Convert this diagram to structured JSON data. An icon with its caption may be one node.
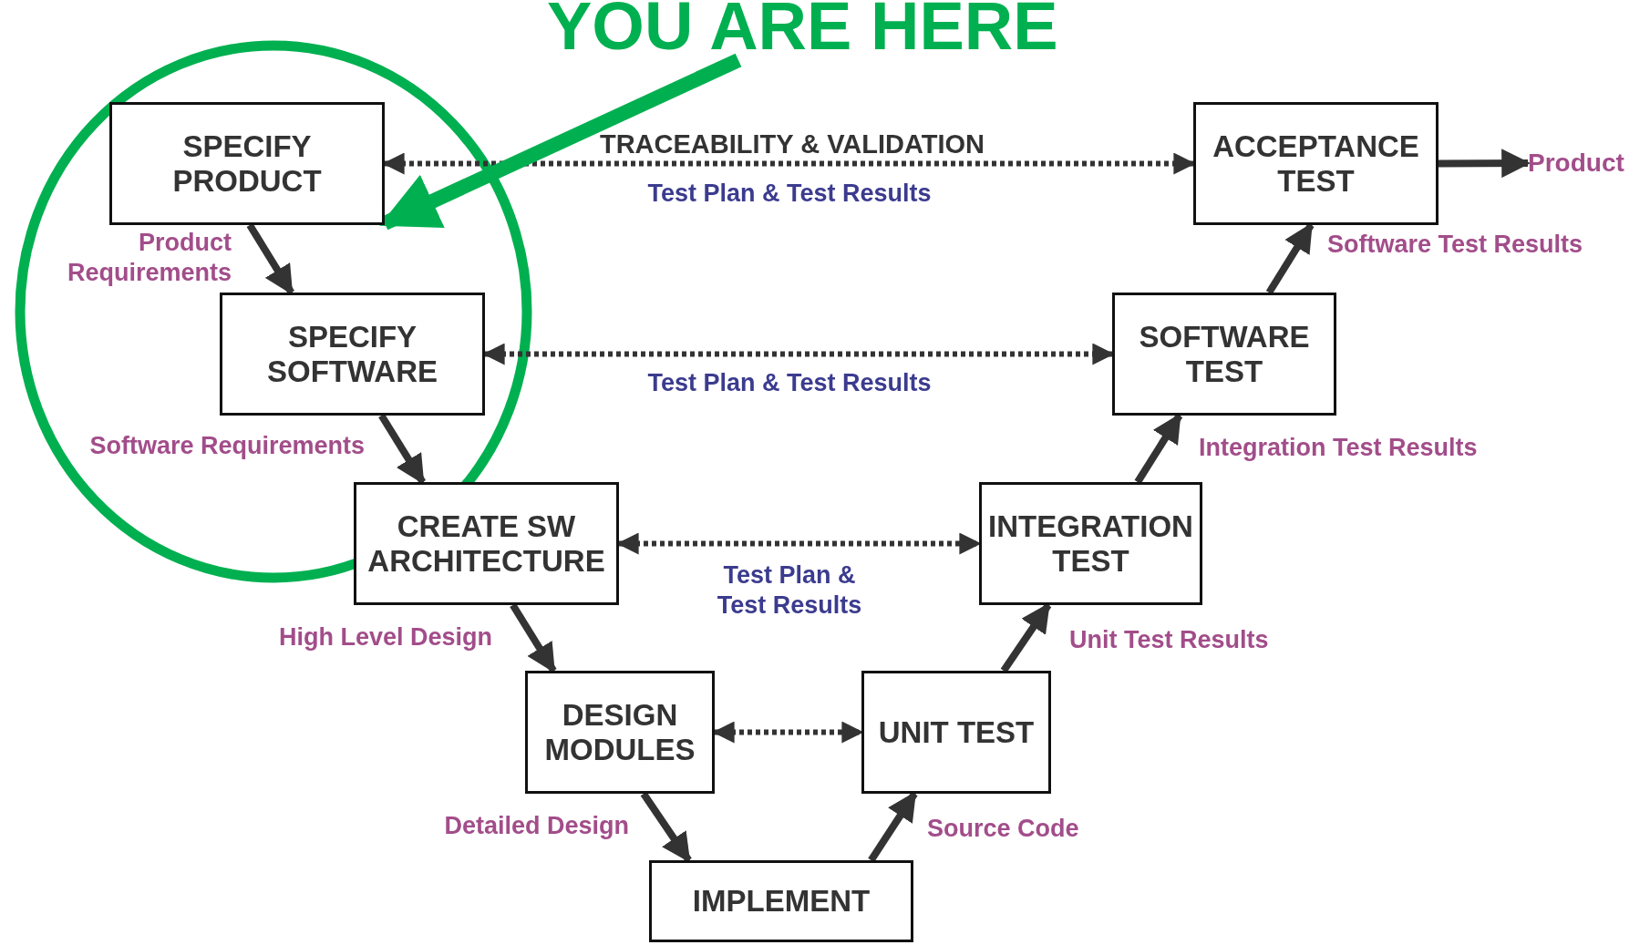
{
  "diagram": {
    "nodes": [
      {
        "text": [
          "SPECIFY PRODUCT"
        ]
      },
      {
        "text": [
          "SPECIFY SOFTWARE"
        ]
      },
      {
        "text": [
          "CREATE SW ARCHITECTURE"
        ]
      },
      {
        "text": [
          "DESIGN MODULES"
        ]
      },
      {
        "text": [
          "IMPLEMENT"
        ]
      },
      {
        "text": [
          "UNIT TEST"
        ]
      },
      {
        "text": [
          "INTEGRATION TEST"
        ]
      },
      {
        "text": [
          "SOFTWARE TEST"
        ]
      },
      {
        "text": [
          "ACCEPTANCE TEST"
        ]
      },
      {
        "text": [
          "Product"
        ]
      },
      {
        "text": [
          "YOU ARE HERE"
        ]
      }
    ],
    "edges": [
      {
        "from": 0,
        "to": 1,
        "arrow": "to",
        "label": "Product Requirements"
      },
      {
        "from": 1,
        "to": 2,
        "arrow": "to",
        "label": "Software Requirements"
      },
      {
        "from": 2,
        "to": 3,
        "arrow": "to",
        "label": "High Level Design"
      },
      {
        "from": 3,
        "to": 4,
        "arrow": "to",
        "label": "Detailed Design"
      },
      {
        "from": 4,
        "to": 5,
        "arrow": "to",
        "label": "Source Code"
      },
      {
        "from": 5,
        "to": 6,
        "arrow": "to",
        "label": "Unit Test Results"
      },
      {
        "from": 6,
        "to": 7,
        "arrow": "to",
        "label": "Integration Test Results"
      },
      {
        "from": 7,
        "to": 8,
        "arrow": "to",
        "label": "Software Test Results"
      },
      {
        "from": 8,
        "to": 9,
        "arrow": "to"
      },
      {
        "from": 0,
        "to": 8,
        "arrow": "both",
        "style": "dashed",
        "label": "Test Plan & Test Results"
      },
      {
        "from": 1,
        "to": 7,
        "arrow": "both",
        "style": "dashed",
        "label": "Test Plan & Test Results"
      },
      {
        "from": 2,
        "to": 6,
        "arrow": "both",
        "style": "dashed",
        "label": "Test Plan & Test Results"
      },
      {
        "from": 3,
        "to": 5,
        "arrow": "both",
        "style": "dashed"
      },
      {
        "from": 10,
        "to": 0,
        "arrow": "to",
        "style": "thick",
        "color": "#00b050"
      }
    ],
    "labels": [
      "TRACEABILITY & VALIDATION"
    ]
  }
}
